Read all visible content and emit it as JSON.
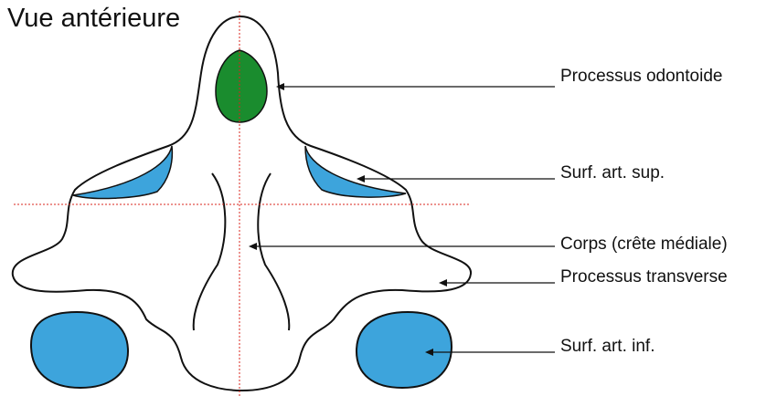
{
  "title": "Vue antérieure",
  "labels": {
    "odontoid": "Processus odontoide",
    "sup_articular": "Surf. art. sup.",
    "body": "Corps (crête médiale)",
    "transverse": "Processus transverse",
    "inf_articular": "Surf. art. inf."
  },
  "colors": {
    "odontoid_fill": "#1a8c2e",
    "articular_fill": "#3da4dc",
    "outline": "#111111",
    "reference_lines": "#d9251c"
  }
}
